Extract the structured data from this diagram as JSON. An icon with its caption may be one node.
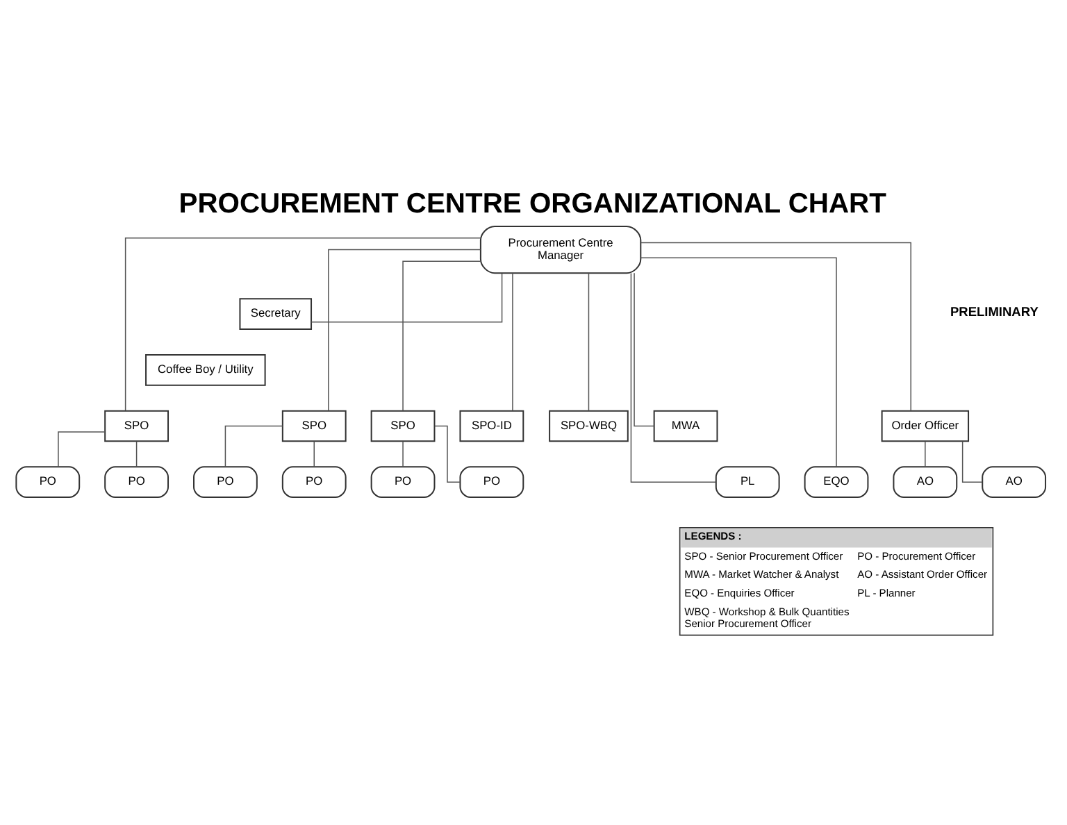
{
  "diagram": {
    "title": "PROCUREMENT CENTRE ORGANIZATIONAL CHART",
    "nodes": [
      {
        "text": [
          "Procurement Centre Manager"
        ]
      },
      {
        "text": [
          "Secretary"
        ]
      },
      {
        "text": [
          "Coffee Boy / Utility"
        ]
      },
      {
        "text": [
          "SPO"
        ]
      },
      {
        "text": [
          "SPO"
        ]
      },
      {
        "text": [
          "SPO"
        ]
      },
      {
        "text": [
          "SPO-ID"
        ]
      },
      {
        "text": [
          "SPO-WBQ"
        ]
      },
      {
        "text": [
          "MWA"
        ]
      },
      {
        "text": [
          "Order Officer"
        ]
      },
      {
        "text": [
          "PO"
        ]
      },
      {
        "text": [
          "PO"
        ]
      },
      {
        "text": [
          "PO"
        ]
      },
      {
        "text": [
          "PO"
        ]
      },
      {
        "text": [
          "PO"
        ]
      },
      {
        "text": [
          "PO"
        ]
      },
      {
        "text": [
          "PL"
        ]
      },
      {
        "text": [
          "EQO"
        ]
      },
      {
        "text": [
          "AO"
        ]
      },
      {
        "text": [
          "AO"
        ]
      }
    ],
    "edges": [
      {
        "from": 0,
        "to": 1,
        "arrow": "none"
      },
      {
        "from": 0,
        "to": 3,
        "arrow": "none"
      },
      {
        "from": 0,
        "to": 4,
        "arrow": "none"
      },
      {
        "from": 0,
        "to": 5,
        "arrow": "none"
      },
      {
        "from": 0,
        "to": 6,
        "arrow": "none"
      },
      {
        "from": 0,
        "to": 7,
        "arrow": "none"
      },
      {
        "from": 0,
        "to": 8,
        "arrow": "none"
      },
      {
        "from": 0,
        "to": 16,
        "arrow": "none"
      },
      {
        "from": 0,
        "to": 17,
        "arrow": "none"
      },
      {
        "from": 0,
        "to": 9,
        "arrow": "none"
      },
      {
        "from": 3,
        "to": 10,
        "arrow": "none"
      },
      {
        "from": 3,
        "to": 11,
        "arrow": "none"
      },
      {
        "from": 4,
        "to": 12,
        "arrow": "none"
      },
      {
        "from": 4,
        "to": 13,
        "arrow": "none"
      },
      {
        "from": 5,
        "to": 14,
        "arrow": "none"
      },
      {
        "from": 5,
        "to": 15,
        "arrow": "none"
      },
      {
        "from": 9,
        "to": 18,
        "arrow": "none"
      },
      {
        "from": 9,
        "to": 19,
        "arrow": "none"
      }
    ],
    "labels": [
      "PRELIMINARY",
      "LEGENDS :"
    ],
    "legend": [
      {
        "text": "SPO - Senior Procurement Officer"
      },
      {
        "text": "MWA - Market Watcher & Analyst"
      },
      {
        "text": "EQO - Enquiries Officer"
      },
      {
        "text": "WBQ - Workshop & Bulk Quantities Senior Procurement Officer"
      },
      {
        "text": "PO - Procurement Officer"
      },
      {
        "text": "AO - Assistant Order Officer"
      },
      {
        "text": "PL - Planner"
      }
    ]
  }
}
